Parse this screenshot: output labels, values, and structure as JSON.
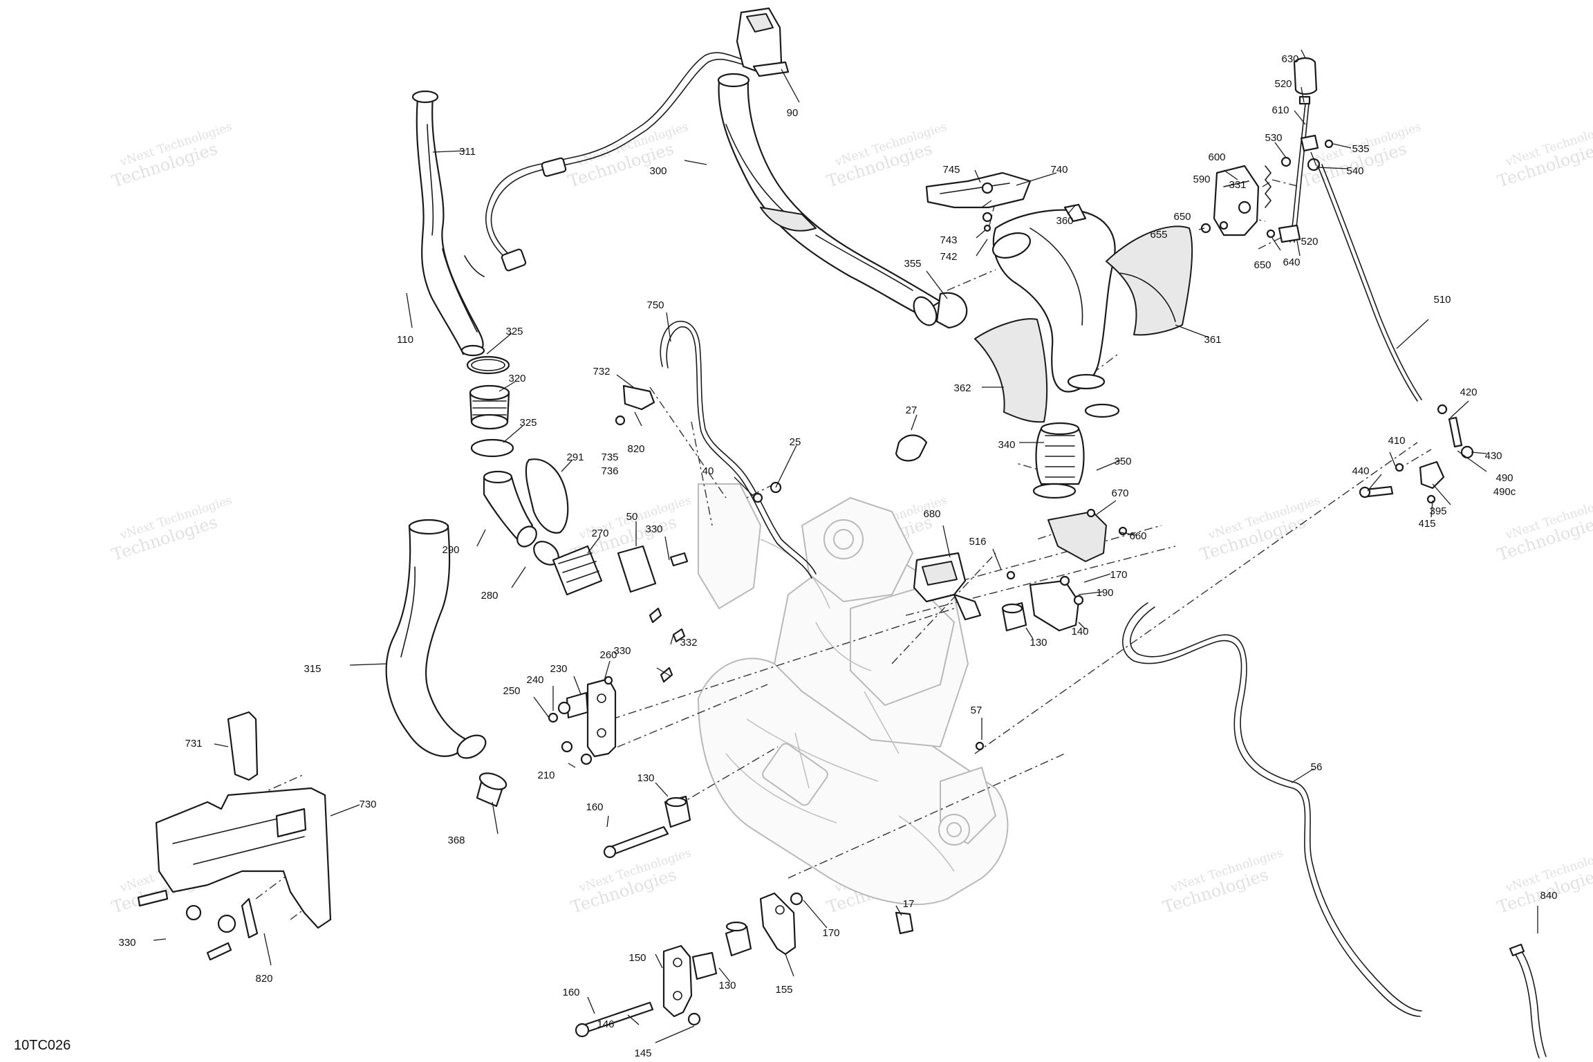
{
  "diagram_code": "10TC026",
  "watermark": {
    "line1": "vNext Technologies",
    "line2": "Technologies"
  },
  "callouts": [
    {
      "id": "c90",
      "text": "90"
    },
    {
      "id": "c311",
      "text": "311"
    },
    {
      "id": "c300",
      "text": "300"
    },
    {
      "id": "c110",
      "text": "110"
    },
    {
      "id": "c325a",
      "text": "325"
    },
    {
      "id": "c320",
      "text": "320"
    },
    {
      "id": "c325b",
      "text": "325"
    },
    {
      "id": "c291",
      "text": "291"
    },
    {
      "id": "c290",
      "text": "290"
    },
    {
      "id": "c280",
      "text": "280"
    },
    {
      "id": "c270",
      "text": "270"
    },
    {
      "id": "c315",
      "text": "315"
    },
    {
      "id": "c368",
      "text": "368"
    },
    {
      "id": "c731",
      "text": "731"
    },
    {
      "id": "c730",
      "text": "730"
    },
    {
      "id": "c330a",
      "text": "330"
    },
    {
      "id": "c820a",
      "text": "820"
    },
    {
      "id": "c750",
      "text": "750"
    },
    {
      "id": "c732",
      "text": "732"
    },
    {
      "id": "c820b",
      "text": "820"
    },
    {
      "id": "c735",
      "text": "735"
    },
    {
      "id": "c736",
      "text": "736"
    },
    {
      "id": "c40",
      "text": "40"
    },
    {
      "id": "c25",
      "text": "25"
    },
    {
      "id": "c50",
      "text": "50"
    },
    {
      "id": "c330b",
      "text": "330"
    },
    {
      "id": "c330c",
      "text": "330"
    },
    {
      "id": "c332",
      "text": "332"
    },
    {
      "id": "c260",
      "text": "260"
    },
    {
      "id": "c230",
      "text": "230"
    },
    {
      "id": "c240",
      "text": "240"
    },
    {
      "id": "c250",
      "text": "250"
    },
    {
      "id": "c210",
      "text": "210"
    },
    {
      "id": "c130a",
      "text": "130"
    },
    {
      "id": "c160a",
      "text": "160"
    },
    {
      "id": "c150",
      "text": "150"
    },
    {
      "id": "c160b",
      "text": "160"
    },
    {
      "id": "c146",
      "text": "146"
    },
    {
      "id": "c145",
      "text": "145"
    },
    {
      "id": "c130b",
      "text": "130"
    },
    {
      "id": "c155",
      "text": "155"
    },
    {
      "id": "c170a",
      "text": "170"
    },
    {
      "id": "c17",
      "text": "17"
    },
    {
      "id": "c57",
      "text": "57"
    },
    {
      "id": "c745",
      "text": "745"
    },
    {
      "id": "c740",
      "text": "740"
    },
    {
      "id": "c743",
      "text": "743"
    },
    {
      "id": "c742",
      "text": "742"
    },
    {
      "id": "c355",
      "text": "355"
    },
    {
      "id": "c360",
      "text": "360"
    },
    {
      "id": "c361",
      "text": "361"
    },
    {
      "id": "c362",
      "text": "362"
    },
    {
      "id": "c27",
      "text": "27"
    },
    {
      "id": "c340",
      "text": "340"
    },
    {
      "id": "c350",
      "text": "350"
    },
    {
      "id": "c680",
      "text": "680"
    },
    {
      "id": "c516",
      "text": "516"
    },
    {
      "id": "c670",
      "text": "670"
    },
    {
      "id": "c660",
      "text": "660"
    },
    {
      "id": "c170b",
      "text": "170"
    },
    {
      "id": "c190",
      "text": "190"
    },
    {
      "id": "c140",
      "text": "140"
    },
    {
      "id": "c130c",
      "text": "130"
    },
    {
      "id": "c56",
      "text": "56"
    },
    {
      "id": "c630",
      "text": "630"
    },
    {
      "id": "c520a",
      "text": "520"
    },
    {
      "id": "c610",
      "text": "610"
    },
    {
      "id": "c530",
      "text": "530"
    },
    {
      "id": "c535",
      "text": "535"
    },
    {
      "id": "c600",
      "text": "600"
    },
    {
      "id": "c540",
      "text": "540"
    },
    {
      "id": "c590",
      "text": "590"
    },
    {
      "id": "c331",
      "text": "331"
    },
    {
      "id": "c650a",
      "text": "650"
    },
    {
      "id": "c655",
      "text": "655"
    },
    {
      "id": "c650b",
      "text": "650"
    },
    {
      "id": "c640",
      "text": "640"
    },
    {
      "id": "c520b",
      "text": "520"
    },
    {
      "id": "c510",
      "text": "510"
    },
    {
      "id": "c420",
      "text": "420"
    },
    {
      "id": "c410",
      "text": "410"
    },
    {
      "id": "c430",
      "text": "430"
    },
    {
      "id": "c440",
      "text": "440"
    },
    {
      "id": "c490",
      "text": "490"
    },
    {
      "id": "c490c",
      "text": "490c"
    },
    {
      "id": "c395",
      "text": "395"
    },
    {
      "id": "c415",
      "text": "415"
    },
    {
      "id": "c840",
      "text": "840"
    }
  ]
}
